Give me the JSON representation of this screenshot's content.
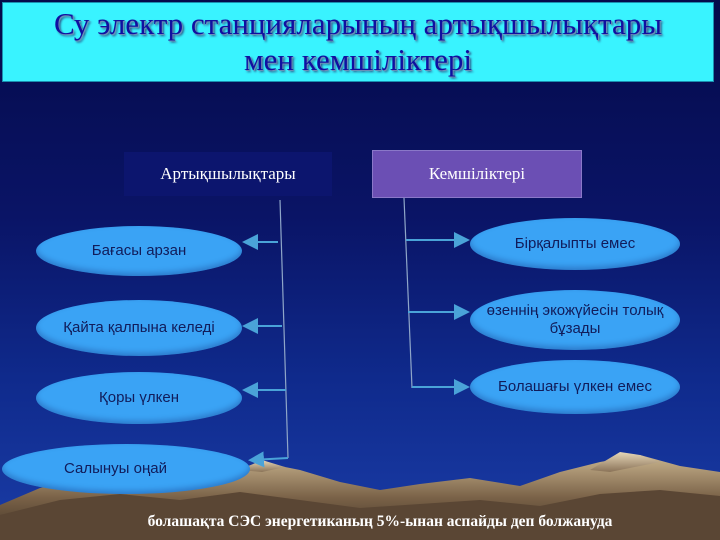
{
  "title": {
    "line1": "Су электр станцияларының артықшылықтары",
    "line2": "мен кемшіліктері"
  },
  "headers": {
    "advantages": "Артықшылықтары",
    "disadvantages": "Кемшіліктері"
  },
  "advantages": [
    "Бағасы арзан",
    "Қайта қалпына келеді",
    "Қоры үлкен",
    "Салынуы оңай"
  ],
  "disadvantages": [
    "Бірқалыпты емес",
    "өзеннің экожүйесін толық бұзады",
    "Болашағы үлкен емес"
  ],
  "footer_note": "болашақта СЭС энергетиканың 5%-ынан аспайды деп болжануда",
  "colors": {
    "title_bg": "#39f3ff",
    "title_text": "#1010a0",
    "oval": "#3aa3f5",
    "disadvantage_header_bg": "#6b4fb4",
    "advantage_header_bg": "#0c156e",
    "connector": "#4aa3d8"
  }
}
